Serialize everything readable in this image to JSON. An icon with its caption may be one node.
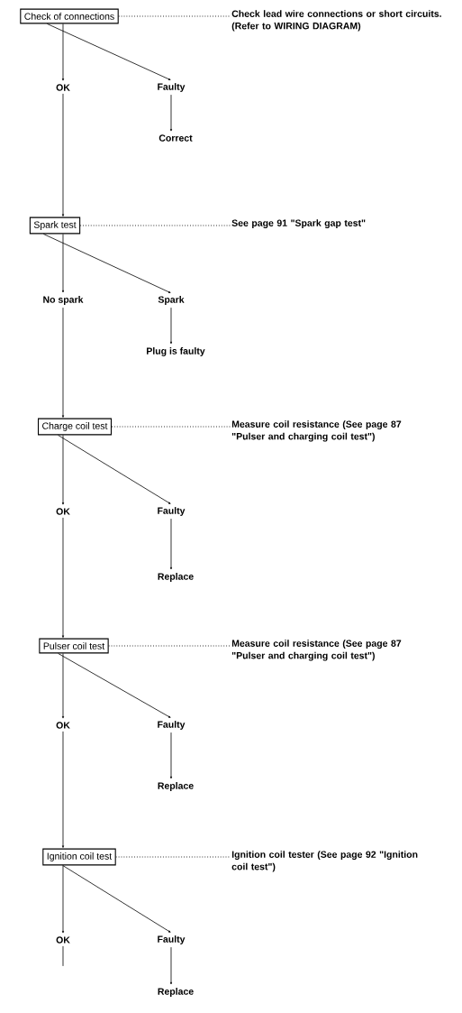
{
  "diagram": {
    "nodes": [
      {
        "text": [
          "Check of connections"
        ]
      },
      {
        "text": [
          "Check lead wire connections or short circuits. (Refer to WIRING DIAGRAM)"
        ]
      },
      {
        "text": [
          "OK"
        ]
      },
      {
        "text": [
          "Faulty"
        ]
      },
      {
        "text": [
          "Correct"
        ]
      },
      {
        "text": [
          "Spark test"
        ]
      },
      {
        "text": [
          "See page 91 \"Spark gap test\""
        ]
      },
      {
        "text": [
          "No spark"
        ]
      },
      {
        "text": [
          "Spark"
        ]
      },
      {
        "text": [
          "Plug is faulty"
        ]
      },
      {
        "text": [
          "Charge coil test"
        ]
      },
      {
        "text": [
          "Measure coil resistance (See page 87 \"Pulser and charging coil test\")"
        ]
      },
      {
        "text": [
          "OK"
        ]
      },
      {
        "text": [
          "Faulty"
        ]
      },
      {
        "text": [
          "Replace"
        ]
      },
      {
        "text": [
          "Pulser coil test"
        ]
      },
      {
        "text": [
          "Measure coil resistance (See page 87 \"Pulser and charging coil test\")"
        ]
      },
      {
        "text": [
          "OK"
        ]
      },
      {
        "text": [
          "Faulty"
        ]
      },
      {
        "text": [
          "Replace"
        ]
      },
      {
        "text": [
          "Ignition coil test"
        ]
      },
      {
        "text": [
          "Ignition coil tester (See page 92 \"Ignition coil test\")"
        ]
      },
      {
        "text": [
          "OK"
        ]
      },
      {
        "text": [
          "Faulty"
        ]
      },
      {
        "text": [
          "Replace"
        ]
      }
    ],
    "edges": [
      {
        "from": 0,
        "to": 1,
        "arrow": "none",
        "style": "dashed"
      },
      {
        "from": 0,
        "to": 2,
        "arrow": "to"
      },
      {
        "from": 0,
        "to": 3,
        "arrow": "to"
      },
      {
        "from": 3,
        "to": 4,
        "arrow": "to"
      },
      {
        "from": 2,
        "to": 5,
        "arrow": "to"
      },
      {
        "from": 5,
        "to": 6,
        "arrow": "none",
        "style": "dashed"
      },
      {
        "from": 5,
        "to": 7,
        "arrow": "to"
      },
      {
        "from": 5,
        "to": 8,
        "arrow": "to"
      },
      {
        "from": 8,
        "to": 9,
        "arrow": "to"
      },
      {
        "from": 7,
        "to": 10,
        "arrow": "to"
      },
      {
        "from": 10,
        "to": 11,
        "arrow": "none",
        "style": "dashed"
      },
      {
        "from": 10,
        "to": 12,
        "arrow": "to"
      },
      {
        "from": 10,
        "to": 13,
        "arrow": "to"
      },
      {
        "from": 13,
        "to": 14,
        "arrow": "to"
      },
      {
        "from": 12,
        "to": 15,
        "arrow": "to"
      },
      {
        "from": 15,
        "to": 16,
        "arrow": "none",
        "style": "dashed"
      },
      {
        "from": 15,
        "to": 17,
        "arrow": "to"
      },
      {
        "from": 15,
        "to": 18,
        "arrow": "to"
      },
      {
        "from": 18,
        "to": 19,
        "arrow": "to"
      },
      {
        "from": 17,
        "to": 20,
        "arrow": "to"
      },
      {
        "from": 20,
        "to": 21,
        "arrow": "none",
        "style": "dashed"
      },
      {
        "from": 20,
        "to": 22,
        "arrow": "to"
      },
      {
        "from": 20,
        "to": 23,
        "arrow": "to"
      },
      {
        "from": 23,
        "to": 24,
        "arrow": "to"
      },
      {
        "from": 22,
        "to": null,
        "arrow": "none"
      }
    ]
  }
}
